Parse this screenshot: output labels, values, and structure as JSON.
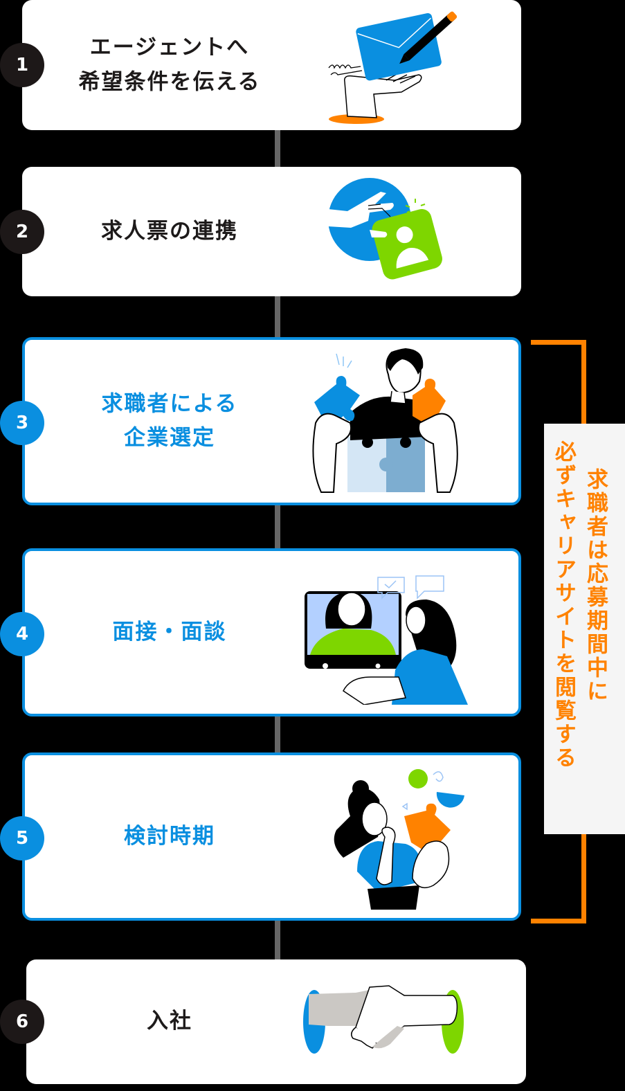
{
  "colors": {
    "background": "#000000",
    "card": "#ffffff",
    "accent_blue": "#0a8fe0",
    "accent_orange": "#ff8200",
    "accent_green": "#7ed600",
    "text_dark": "#1d1a1a",
    "connector": "#666666",
    "note_bg": "#f5f5f5"
  },
  "steps": [
    {
      "number": "1",
      "title": "エージェントへ\n希望条件を伝える",
      "highlighted": false,
      "illustration": "hand-holding-envelope-with-pencil"
    },
    {
      "number": "2",
      "title": "求人票の連携",
      "highlighted": false,
      "illustration": "hand-passing-profile-card"
    },
    {
      "number": "3",
      "title": "求職者による\n企業選定",
      "highlighted": true,
      "illustration": "man-holding-puzzle-pieces"
    },
    {
      "number": "4",
      "title": "面接・面談",
      "highlighted": true,
      "illustration": "video-call-interview"
    },
    {
      "number": "5",
      "title": "検討時期",
      "highlighted": true,
      "illustration": "woman-thinking-with-puzzle"
    },
    {
      "number": "6",
      "title": "入社",
      "highlighted": false,
      "illustration": "handshake"
    }
  ],
  "note": {
    "line1": "求職者は応募期間中に",
    "line2": "必ずキャリアサイトを閲覧する"
  }
}
